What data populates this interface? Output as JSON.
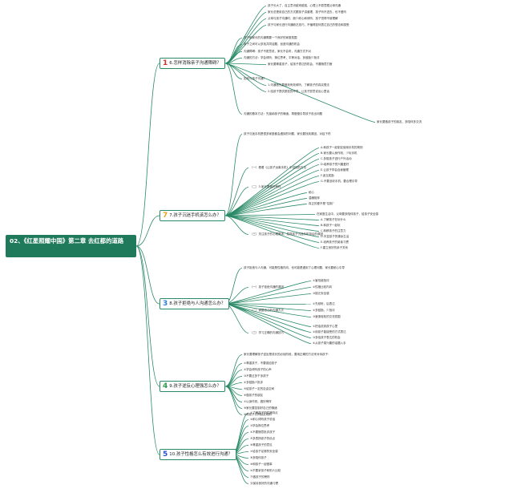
{
  "colors": {
    "root_bg": "#1f7a5c",
    "branch": "#2a8a66",
    "num1": "#d0342c",
    "num2": "#e8a317",
    "num3": "#2b7fd6",
    "num4": "#2e9a4a",
    "num5": "#2b4fd6"
  },
  "root": {
    "title": "02、《红星照耀中国》第二章 去红都的道路"
  },
  "sections": [
    {
      "num": "1",
      "label": "6.怎样消除亲子沟通障碍？",
      "items": [
        "孩子长大了，自主意识越来越强，心理上不愿意跟父母沟通",
        "家长总是用自己的方式跟孩子讲道理，孩子听不进去，也不爱听",
        "父母与孩子沟通时，缺少耐心和倾听，孩子觉得不被理解",
        "孩子与家长进行沟通缺乏技巧，不懂得如何表达自己的想法和感受",
        "孩子和家长的沟通需要一个良好的家庭氛围",
        "亲子之间可以多找共同话题，创造沟通的机会",
        "沟通障碍：孩子不愿意说，家长不会听，沟通方式不对",
        "沟通的方法：学会倾听，换位思考，平等对话，多鼓励少批评",
        "家长要尊重孩子，给孩子表达的机会，不要随意打断",
        "如何与孩子沟通？",
        "1.沟通首先要做到有效倾听，了解孩子的真实想法",
        "2.给孩子提供宽松的环境，让孩子愿意说出心里话",
        "沟通的基本方法：先接纳孩子的情绪，再慢慢引导孩子说出问题",
        "家长要做孩子的朋友，多陪伴多交流"
      ]
    },
    {
      "num": "7",
      "label": "7.孩子沉迷手机该怎么办？",
      "items": [
        "孩子沉迷手机是很多家庭都会遇到的问题，家长要找到原因，对症下药",
        "（一）看看《让孩子远离手机》中讲到的方法",
        "A.和孩子一起制定使用手机的规则",
        "B.家长要以身作则，少玩手机",
        "C.多陪孩子进行户外活动",
        "D.培养孩子的兴趣爱好",
        "E.让孩子学会自我管理",
        "F.适当奖励",
        "G.不要没收手机，要合理引导",
        "（二）3.家长要做好榜样",
        "耐心",
        "温暖陪伴",
        "真正的爱不是“控制”",
        "（三）关注孩子的心理需求，发现孩子沉迷手机背后的原因",
        "在家庭生活中，父母要多陪伴孩子，给孩子安全感",
        "A.了解孩子在玩什么",
        "B.和孩子一起玩",
        "C.转移孩子的注意力",
        "D.丰富孩子的课余生活",
        "E.培养孩子的阅读习惯",
        "F.建立良好的亲子关系"
      ]
    },
    {
      "num": "3",
      "label": "8.孩子拒绝与人沟通怎么办？",
      "items": [
        "孩子拒绝与人沟通，可能是性格内向，也可能是遇到了心理问题，家长要耐心引导",
        "（一）孩子拒绝沟通的原因",
        "①害怕被批评",
        "②性格比较内向",
        "③缺乏安全感",
        "（二）调整自己的沟通方式",
        "①先倾听，后表达",
        "②多鼓励，少批评",
        "③营造轻松的交流氛围",
        "（三）学习正确的沟通技巧",
        "①把话说到孩子心里",
        "②用孩子能接受的方式表达",
        "③多给孩子表达的机会",
        "④从孩子感兴趣的话题入手"
      ]
    },
    {
      "num": "4",
      "label": "9.孩子逆反心理强怎么办？",
      "items": [
        "家长要理解孩子逆反是成长的必经阶段，要用正确的方法来对待孩子：",
        "①尊重孩子，不要强迫孩子",
        "②学会倾听孩子的心声",
        "③不要过多干涉孩子",
        "④多鼓励少批评",
        "⑤给孩子一定的自由空间",
        "⑥做孩子的朋友",
        "⑦以身作则，做好榜样",
        "⑧家长要控制好自己的情绪",
        "⑨和孩子共同制定规则"
      ]
    },
    {
      "num": "5",
      "label": "10.孩子性格怎么有效进行沟通？",
      "items": [
        "①了解孩子的性格特点",
        "②耐心倾听孩子说话",
        "③学会换位思考",
        "④不要随意批评孩子",
        "⑤多表扬孩子的优点",
        "⑥尊重孩子的意见",
        "⑦给孩子足够的安全感",
        "⑧多陪伴孩子",
        "⑨和孩子一起做事",
        "⑩不要拿孩子和别人比较",
        "⑪做孩子的榜样",
        "⑫保持良好的沟通习惯"
      ]
    }
  ]
}
